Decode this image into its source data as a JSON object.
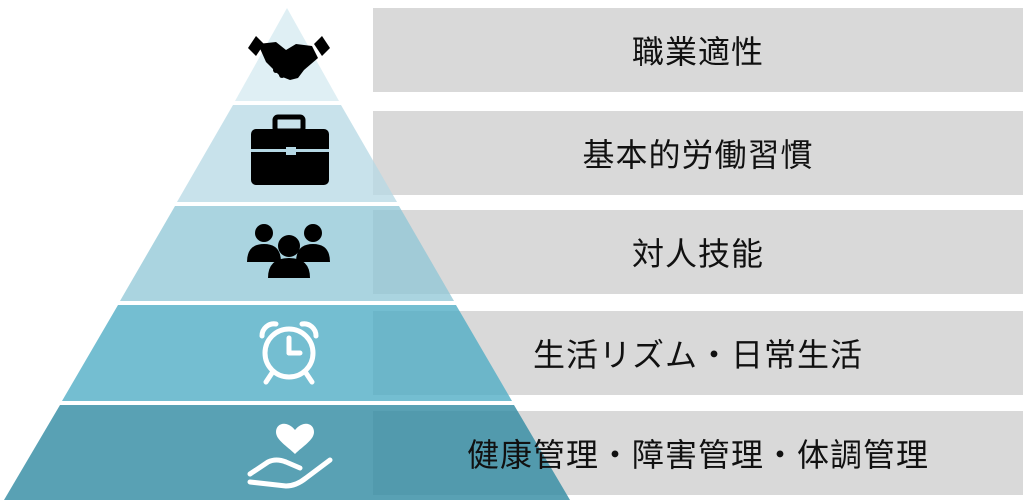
{
  "colors": {
    "bar": "#d9d9d9",
    "layers": [
      "#dcedf3",
      "#b5d8e4",
      "#8dc5d6",
      "#4dacc4",
      "#2f8aa1"
    ],
    "icon": "#000000",
    "text": "#111111"
  },
  "levels": [
    {
      "label": "職業適性",
      "icon": "handshake-icon"
    },
    {
      "label": "基本的労働習慣",
      "icon": "briefcase-icon"
    },
    {
      "label": "対人技能",
      "icon": "people-group-icon"
    },
    {
      "label": "生活リズム・日常生活",
      "icon": "alarm-clock-icon"
    },
    {
      "label": "健康管理・障害管理・体調管理",
      "icon": "heart-in-hand-icon"
    }
  ]
}
